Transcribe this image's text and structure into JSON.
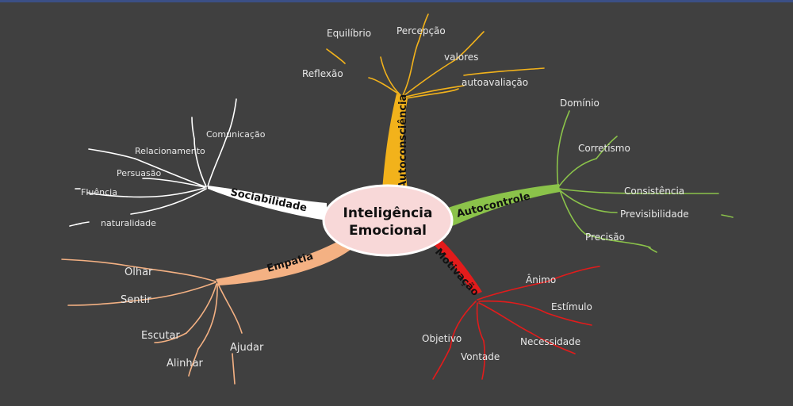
{
  "center": {
    "line1": "Inteligência",
    "line2": "Emocional"
  },
  "colors": {
    "background": "#404040",
    "autoconsciencia": "#f2b21b",
    "autocontrole": "#8bc34a",
    "motivacao": "#e31b1b",
    "empatia": "#f4b183",
    "sociabilidade": "#ffffff",
    "center_fill": "#f8d8d8"
  },
  "branches": {
    "autoconsciencia": {
      "title": "Autoconsciência",
      "leaves": [
        "Equilíbrio",
        "Percepção",
        "valores",
        "Reflexão",
        "autoavaliação"
      ]
    },
    "autocontrole": {
      "title": "Autocontrole",
      "leaves": [
        "Domínio",
        "Corretismo",
        "Consistência",
        "Previsibilidade",
        "Precisão"
      ]
    },
    "motivacao": {
      "title": "Motivação",
      "leaves": [
        "Ânimo",
        "Estímulo",
        "Necessidade",
        "Objetivo",
        "Vontade"
      ]
    },
    "empatia": {
      "title": "Empatia",
      "leaves": [
        "Olhar",
        "Sentir",
        "Escutar",
        "Alinhar",
        "Ajudar"
      ]
    },
    "sociabilidade": {
      "title": "Sociabilidade",
      "leaves": [
        "Comunicação",
        "Relacionamento",
        "Persuasão",
        "Fluência",
        "naturalidade"
      ]
    }
  }
}
